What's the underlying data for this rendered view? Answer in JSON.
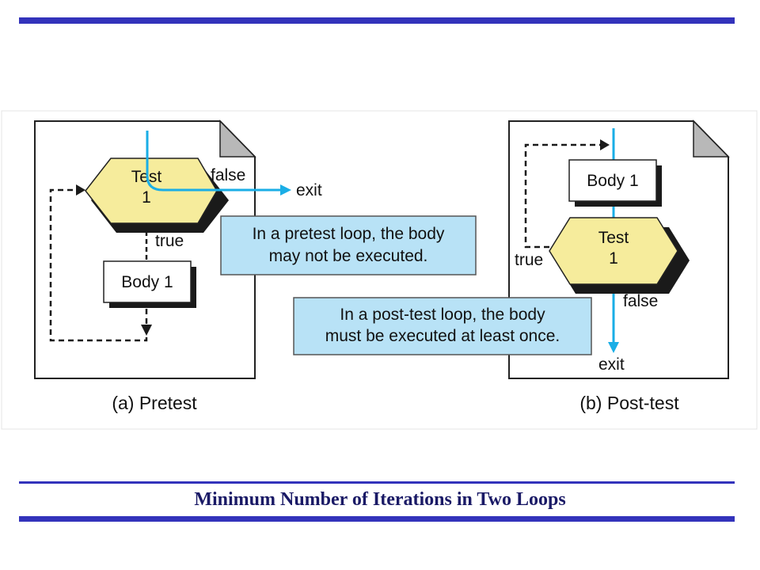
{
  "colors": {
    "rule": "#3333bb",
    "caption": "#1a1a66",
    "flow_arrow": "#1aaee6",
    "test_fill": "#f6ec9c",
    "note_fill": "#b8e2f6",
    "page_fill": "#ffffff",
    "shadow": "#1a1a1a"
  },
  "caption": "Minimum Number of Iterations in Two Loops",
  "pretest": {
    "test_label_1": "Test",
    "test_label_2": "1",
    "false_label": "false",
    "exit_label": "exit",
    "true_label": "true",
    "body_label": "Body 1",
    "subcaption": "(a) Pretest"
  },
  "posttest": {
    "body_label": "Body 1",
    "test_label_1": "Test",
    "test_label_2": "1",
    "true_label": "true",
    "false_label": "false",
    "exit_label": "exit",
    "subcaption": "(b) Post-test"
  },
  "notes": {
    "pretest_line1": "In a pretest loop, the body",
    "pretest_line2": "may not be executed.",
    "posttest_line1": "In a  post-test loop, the body",
    "posttest_line2": "must be executed at least once."
  }
}
